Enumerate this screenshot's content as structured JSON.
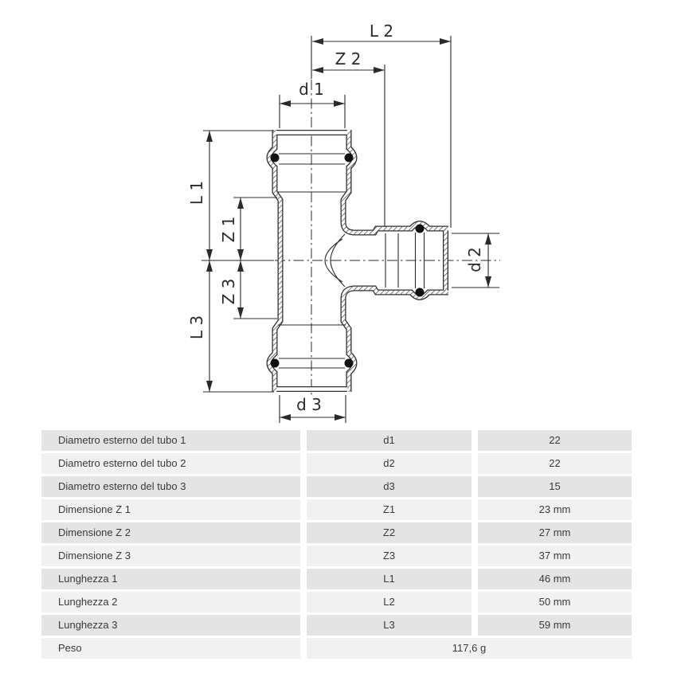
{
  "diagram": {
    "labels": {
      "l1": "L 1",
      "l2": "L 2",
      "l3": "L 3",
      "z1": "Z 1",
      "z2": "Z 2",
      "z3": "Z 3",
      "d1": "d 1",
      "d2": "d 2",
      "d3": "d 3"
    },
    "line_color": "#2b2b2b",
    "oring_color": "#111111"
  },
  "table": {
    "colors": {
      "row_dark": "#e4e4e4",
      "row_light": "#f1f1f1",
      "text": "#3a3a3a"
    },
    "rows": [
      {
        "label": "Diametro esterno del tubo 1",
        "symbol": "d1",
        "value": "22"
      },
      {
        "label": "Diametro esterno del tubo 2",
        "symbol": "d2",
        "value": "22"
      },
      {
        "label": "Diametro esterno del tubo 3",
        "symbol": "d3",
        "value": "15"
      },
      {
        "label": "Dimensione Z 1",
        "symbol": "Z1",
        "value": "23 mm"
      },
      {
        "label": "Dimensione Z 2",
        "symbol": "Z2",
        "value": "27 mm"
      },
      {
        "label": "Dimensione Z 3",
        "symbol": "Z3",
        "value": "37 mm"
      },
      {
        "label": "Lunghezza 1",
        "symbol": "L1",
        "value": "46 mm"
      },
      {
        "label": "Lunghezza 2",
        "symbol": "L2",
        "value": "50 mm"
      },
      {
        "label": "Lunghezza 3",
        "symbol": "L3",
        "value": "59 mm"
      },
      {
        "label": "Peso",
        "symbol": "",
        "value": "117,6 g"
      }
    ]
  }
}
